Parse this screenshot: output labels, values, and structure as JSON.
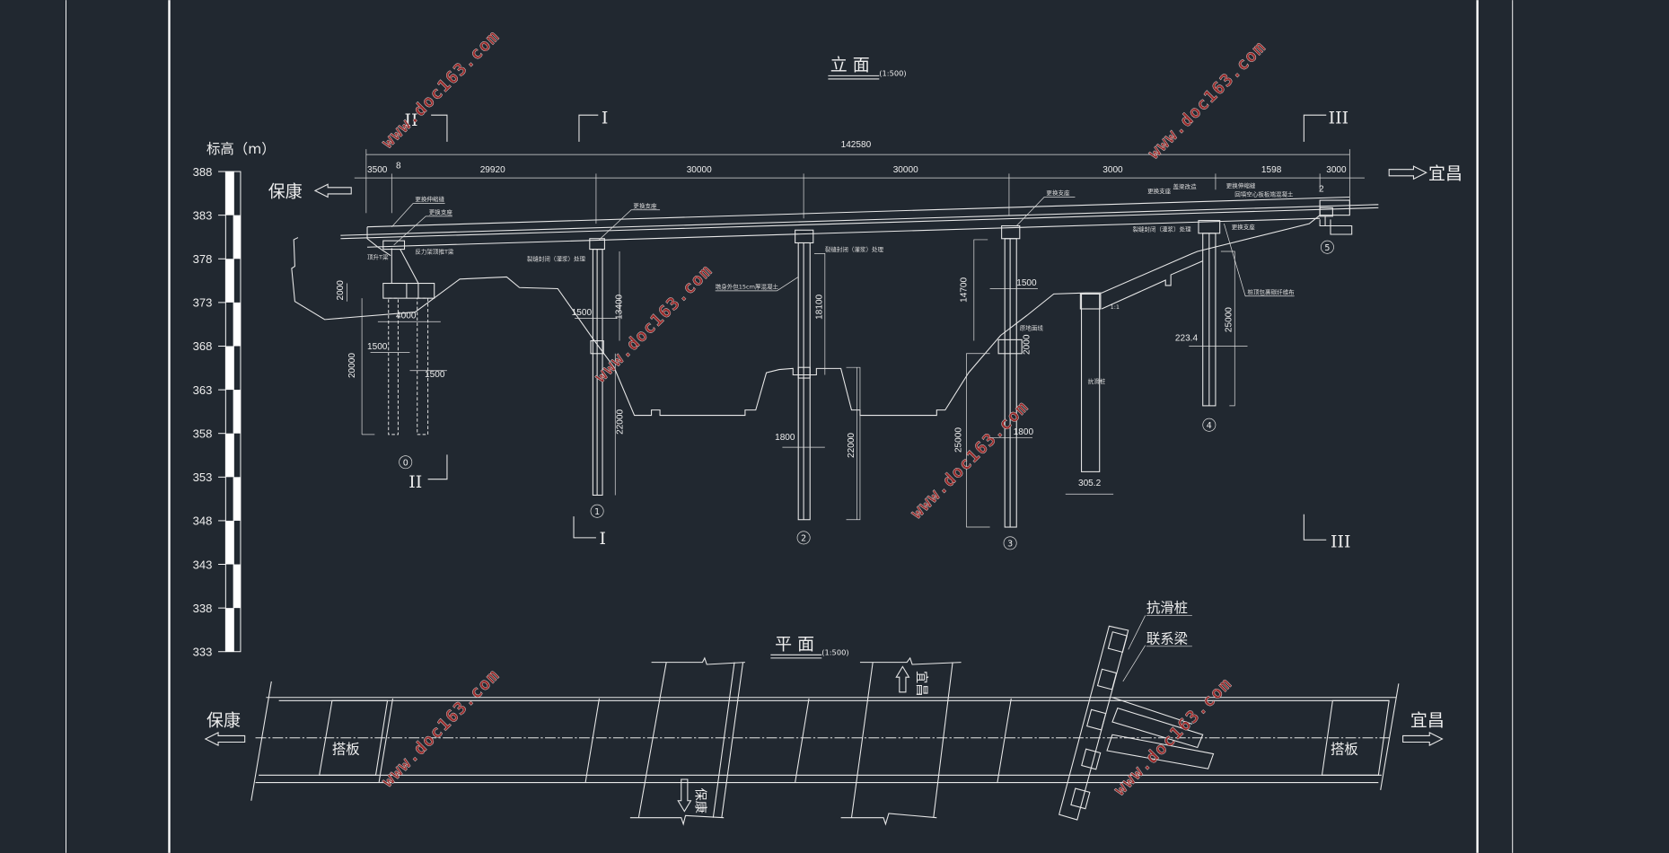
{
  "elevation_view": {
    "title": "立 面",
    "scale": "(1:500)",
    "axis_label": "标高（m）",
    "axis_ticks": [
      "388",
      "383",
      "378",
      "373",
      "368",
      "363",
      "358",
      "353",
      "348",
      "343",
      "338",
      "333"
    ],
    "direction_left": "保康",
    "direction_right": "宜昌",
    "total_span": "142580",
    "spans": [
      "3500",
      "8",
      "29920",
      "30000",
      "30000",
      "3000",
      "1598",
      "3000"
    ],
    "extra_mark": "2",
    "dims": {
      "cap_height": "2000",
      "pile_spacing": "4000",
      "pile_dia_left": "1500",
      "pile_dia_right": "1500",
      "abutment_pile_length": "20000",
      "pier1_upper": "13400",
      "pier1_dia": "1500",
      "pier1_lower": "22000",
      "pier2_upper": "18100",
      "pier2_dia": "1800",
      "pier2_lower": "22000",
      "pier3_upper": "14700",
      "pier3_dia": "1500",
      "pier3_tie": "2000",
      "pier3_lower": "25000",
      "pier3_dia2": "1800",
      "antislide_width": "305.2",
      "pier4_dia": "223.4",
      "pier4_length": "25000",
      "slope": "1:1"
    },
    "annotations": {
      "replace_expansion_joint": "更换伸缩缝",
      "replace_bearing": "更换支座",
      "jack_t_beam": "顶升T梁",
      "reaction_frame": "反力架顶推T梁",
      "crack_seal": "裂缝封闭（灌浆）处理",
      "pier_jacket": "墩身外包15cm厚混凝土",
      "ground_line": "原地面线",
      "antislide_pile": "抗滑桩",
      "cap_beam_retrofit": "盖梁改造",
      "backfill": "回填空心板板端混凝土",
      "carbon_fiber": "桩顶包裹碳纤维布"
    },
    "pier_labels": [
      "0",
      "1",
      "2",
      "3",
      "4",
      "5"
    ],
    "section_marks": [
      "II",
      "I",
      "III"
    ]
  },
  "plan_view": {
    "title": "平 面",
    "scale": "(1:500)",
    "direction_left": "保康",
    "direction_right": "宜昌",
    "approach_slab": "搭板",
    "road_up": "宜昌",
    "road_down": "保康",
    "antislide_pile": "抗滑桩",
    "tie_beam": "联系梁"
  },
  "watermark": "www.doc163.com"
}
